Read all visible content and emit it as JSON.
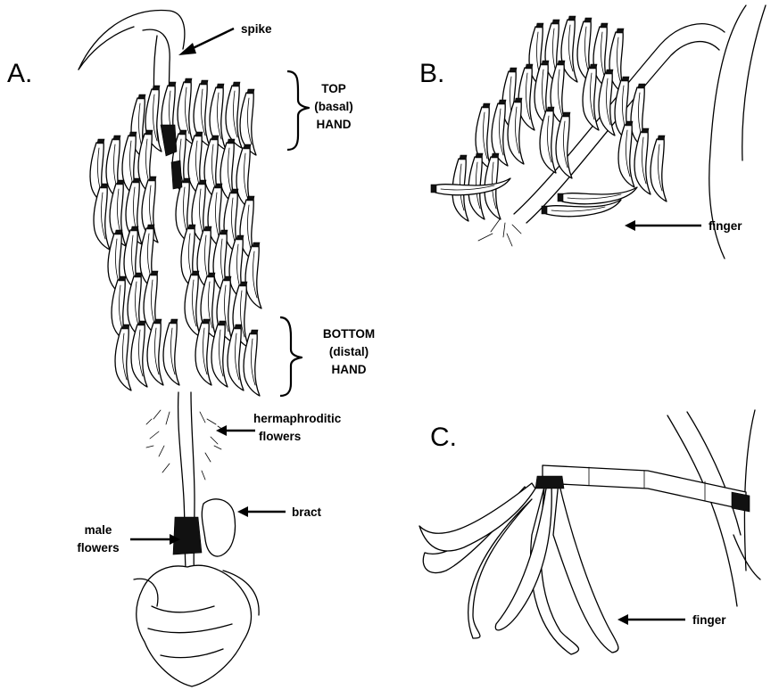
{
  "panels": [
    {
      "id": "A",
      "letter": "A."
    },
    {
      "id": "B",
      "letter": "B."
    },
    {
      "id": "C",
      "letter": "C."
    }
  ],
  "labels": {
    "spike": "spike",
    "top_hand": [
      "TOP",
      "(basal)",
      "HAND"
    ],
    "bottom_hand": [
      "BOTTOM",
      "(distal)",
      "HAND"
    ],
    "hermaphroditic_flowers": [
      "hermaphroditic",
      "flowers"
    ],
    "bract": "bract",
    "male_flowers": [
      "male",
      "flowers"
    ],
    "finger_b": "finger",
    "finger_c": "finger"
  },
  "colors": {
    "ink": "#000000",
    "background": "#ffffff"
  }
}
